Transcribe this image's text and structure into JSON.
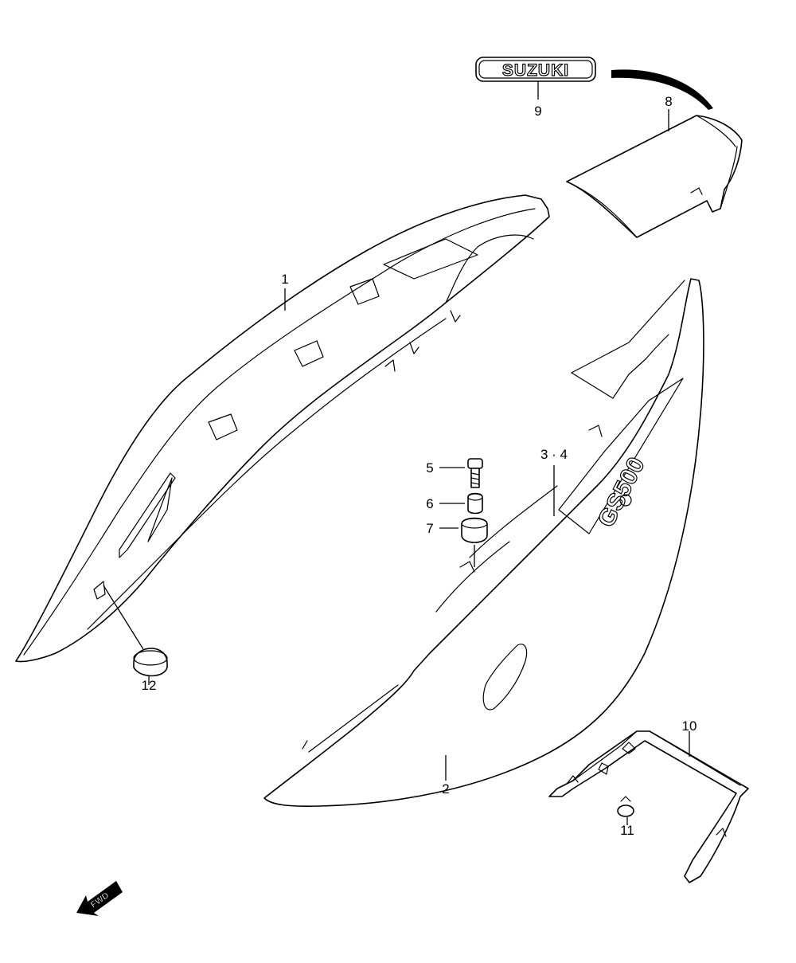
{
  "diagram": {
    "logo_emblem": "SUZUKI",
    "fwd_marker": "FWD",
    "model_badge": "GS500",
    "callouts": {
      "c1": "1",
      "c2": "2",
      "c34": "3 · 4",
      "c5": "5",
      "c6": "6",
      "c7": "7",
      "c8": "8",
      "c9": "9",
      "c10": "10",
      "c11": "11",
      "c12": "12"
    }
  }
}
